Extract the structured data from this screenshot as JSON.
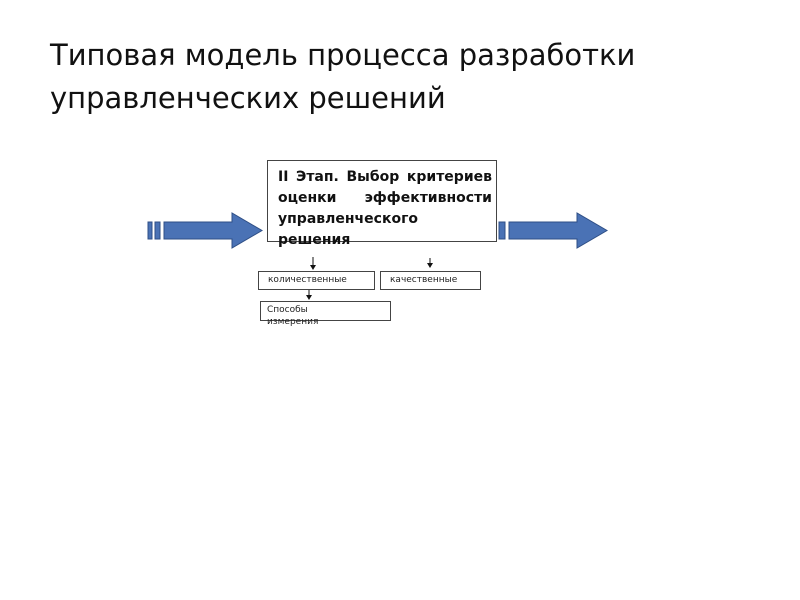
{
  "slide": {
    "title": "Типовая модель процесса разработки управленческих решений"
  },
  "diagram": {
    "stage_text": "II Этап. Выбор критериев оценки эффективности управленческого решения",
    "branches": {
      "quantitative": "количественные",
      "qualitative": "качественные"
    },
    "measurement": {
      "line1": "Способы",
      "line2": "измерения"
    },
    "colors": {
      "arrow_fill": "#4a72b5",
      "arrow_stroke": "#2f4f86",
      "border": "#444444"
    }
  }
}
